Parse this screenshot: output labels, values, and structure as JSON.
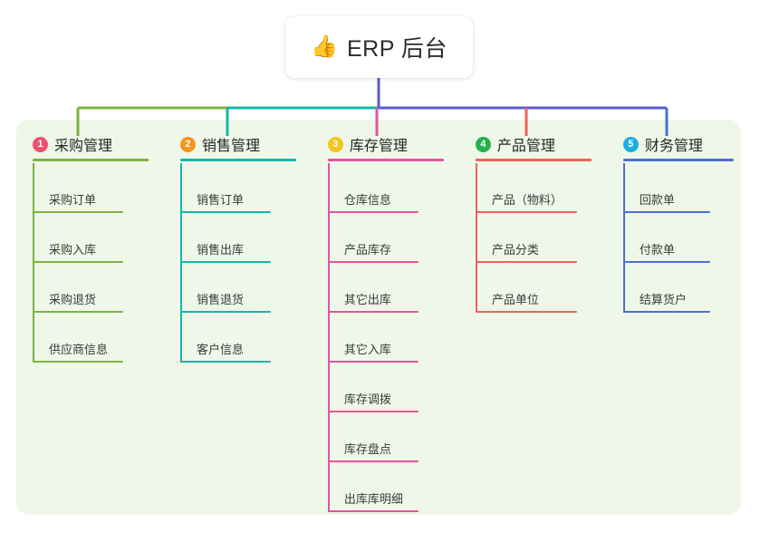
{
  "root": {
    "icon": "thumbs-up-icon",
    "icon_glyph": "👍",
    "title": "ERP 后台"
  },
  "palette": {
    "panel_background": "#eff7e9",
    "page_background": "#ffffff",
    "stem": "#5b5bd6",
    "col1": "#7cb342",
    "col2": "#14b8a6",
    "col3": "#e8539e",
    "col4": "#f0625c",
    "col5": "#4f6fd4",
    "badge1": "#f0506e",
    "badge2": "#f5951e",
    "badge3": "#f5c518",
    "badge4": "#24b24c",
    "badge5": "#1aaee0"
  },
  "columns": [
    {
      "number": "1",
      "title": "采购管理",
      "badge_color": "#f0506e",
      "line_color": "#7cb342",
      "items": [
        "采购订单",
        "采购入库",
        "采购退货",
        "供应商信息"
      ]
    },
    {
      "number": "2",
      "title": "销售管理",
      "badge_color": "#f5951e",
      "line_color": "#14b8a6",
      "items": [
        "销售订单",
        "销售出库",
        "销售退货",
        "客户信息"
      ]
    },
    {
      "number": "3",
      "title": "库存管理",
      "badge_color": "#f5c518",
      "line_color": "#e8539e",
      "items": [
        "仓库信息",
        "产品库存",
        "其它出库",
        "其它入库",
        "库存调拨",
        "库存盘点",
        "出库库明细"
      ]
    },
    {
      "number": "4",
      "title": "产品管理",
      "badge_color": "#24b24c",
      "line_color": "#f0625c",
      "items": [
        "产品（物料）",
        "产品分类",
        "产品单位"
      ]
    },
    {
      "number": "5",
      "title": "财务管理",
      "badge_color": "#1aaee0",
      "line_color": "#4f6fd4",
      "items": [
        "回款单",
        "付款单",
        "结算货户"
      ]
    }
  ]
}
